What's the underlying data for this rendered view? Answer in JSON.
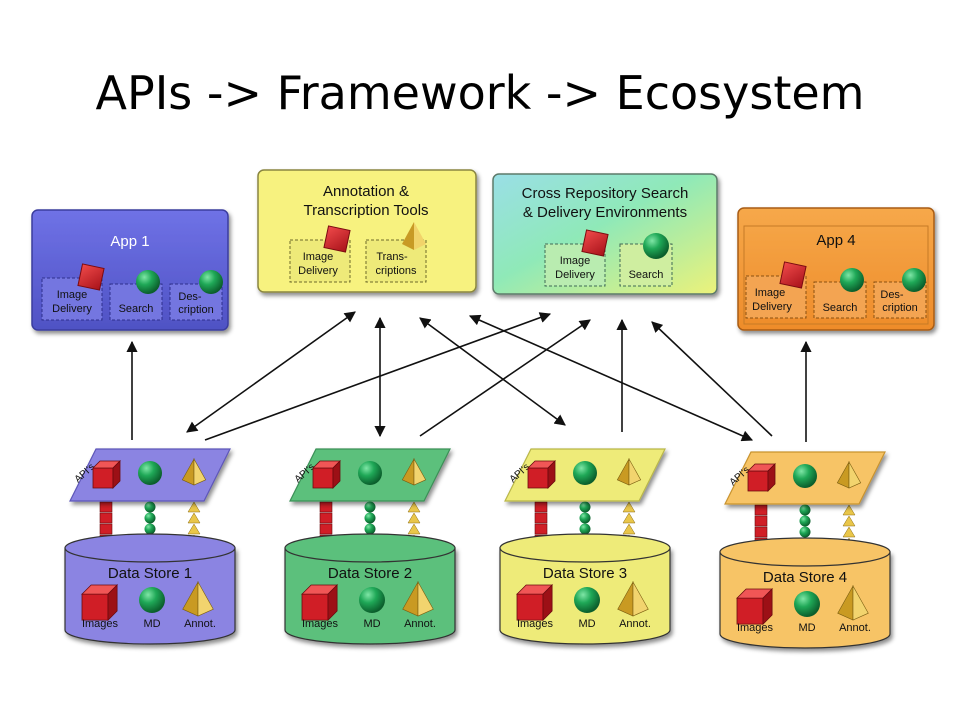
{
  "title": "APIs -> Framework -> Ecosystem",
  "colors": {
    "app1": "#6163d6",
    "annotation_tools": "#f7f27f",
    "app4": "#f29b3a",
    "store1": "#8b84e2",
    "store2": "#5bc07c",
    "store3": "#eeeb79",
    "store4": "#f7c466",
    "cube": "#d8222a",
    "sphere": "#1a9a4c",
    "pyramid": "#e3bd3d"
  },
  "apps": {
    "app1": {
      "label": "App 1",
      "items": [
        [
          "Image",
          "Delivery"
        ],
        [
          "Search"
        ],
        [
          "Des-",
          "cription"
        ]
      ]
    },
    "annotation": {
      "title": [
        "Annotation &",
        "Transcription Tools"
      ],
      "items": [
        [
          "Image",
          "Delivery"
        ],
        [
          "Trans-",
          "criptions"
        ]
      ]
    },
    "cross": {
      "title": [
        "Cross Repository Search",
        "& Delivery Environments"
      ],
      "items": [
        [
          "Image",
          "Delivery"
        ],
        [
          "Search"
        ]
      ]
    },
    "app4": {
      "label": "App 4",
      "items": [
        [
          "Image",
          "Delivery"
        ],
        [
          "Search"
        ],
        [
          "Des-",
          "cription"
        ]
      ]
    }
  },
  "api_label": "API's",
  "stores": [
    {
      "label": "Data Store 1"
    },
    {
      "label": "Data Store 2"
    },
    {
      "label": "Data Store 3"
    },
    {
      "label": "Data Store 4"
    }
  ],
  "store_items": [
    "Images",
    "MD",
    "Annot."
  ]
}
